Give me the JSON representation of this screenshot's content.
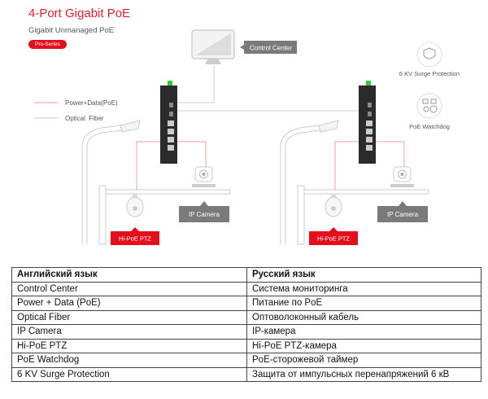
{
  "header": {
    "title": "4-Port Gigabit PoE",
    "subtitle": "Gigabit Unmanaged PoE",
    "badge": "Pro-Series"
  },
  "legend": [
    {
      "label": "Power+Data(PoE)",
      "color": "#f0a0a8"
    },
    {
      "label": "Optical  Fiber",
      "color": "#cccccc"
    }
  ],
  "labels": {
    "control_center": "Control Center",
    "ip_camera": "IP Camera",
    "hi_poe_ptz": "Hi-PoE PTZ"
  },
  "features": [
    {
      "label": "6 KV Surge Protection",
      "icon": "shield-icon"
    },
    {
      "label": "PoE Watchdog",
      "icon": "watchdog-icon"
    }
  ],
  "colors": {
    "accent": "#e3101c",
    "label_gray": "#7a7a7a",
    "switch": "#2b2b2b"
  },
  "table": {
    "headers": [
      "Английский язык",
      "Русский язык"
    ],
    "rows": [
      [
        "Control Center",
        "Система мониторинга"
      ],
      [
        "Power + Data (PoE)",
        "Питание по PoE"
      ],
      [
        "Optical Fiber",
        "Оптоволоконный кабель"
      ],
      [
        "IP Camera",
        "IP-камера"
      ],
      [
        "Hi-PoE PTZ",
        "Hi-PoE PTZ-камера"
      ],
      [
        "PoE Watchdog",
        "PoE-сторожевой таймер"
      ],
      [
        "6 KV Surge Protection",
        "Защита от импульсных перенапряжений 6 кВ"
      ]
    ]
  }
}
